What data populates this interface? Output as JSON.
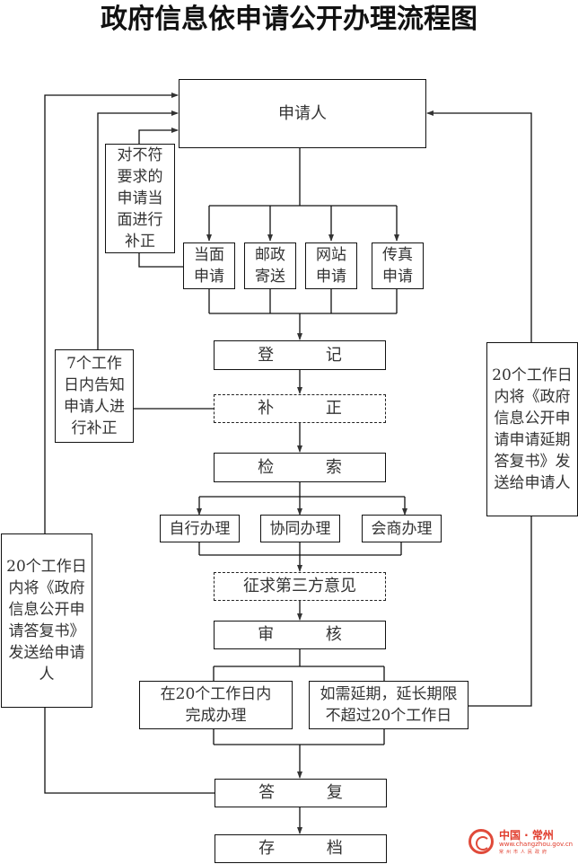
{
  "title": "政府信息依申请公开办理流程图",
  "nodes": {
    "applicant": "申请人",
    "correction_note": "对不符要求的申请当面进行补正",
    "channels": [
      "当面申请",
      "邮政寄送",
      "网站申请",
      "传真申请"
    ],
    "register": "登 记",
    "supplement": "补 正",
    "seven_day_note": "7个工作日内告知申请人进行补正",
    "search": "检 索",
    "handling": [
      "自行办理",
      "协同办理",
      "会商办理"
    ],
    "third_party": "征求第三方意见",
    "review": "审 核",
    "complete_within_20": "在20个工作日内完成办理",
    "extension": "如需延期，延长期限不超过20个工作日",
    "reply_note_left": "20个工作日内将《政府信息公开申请答复书》发送给申请人",
    "reply_note_right": "20个工作日内将《政府信息公开申请申请延期答复书》发送给申请人",
    "reply": "答 复",
    "archive": "存 档"
  },
  "logo": {
    "name": "中国 · 常州",
    "url": "www.changzhou.gov.cn",
    "sub": "常州市人民政府",
    "color": "#e03a2a"
  }
}
